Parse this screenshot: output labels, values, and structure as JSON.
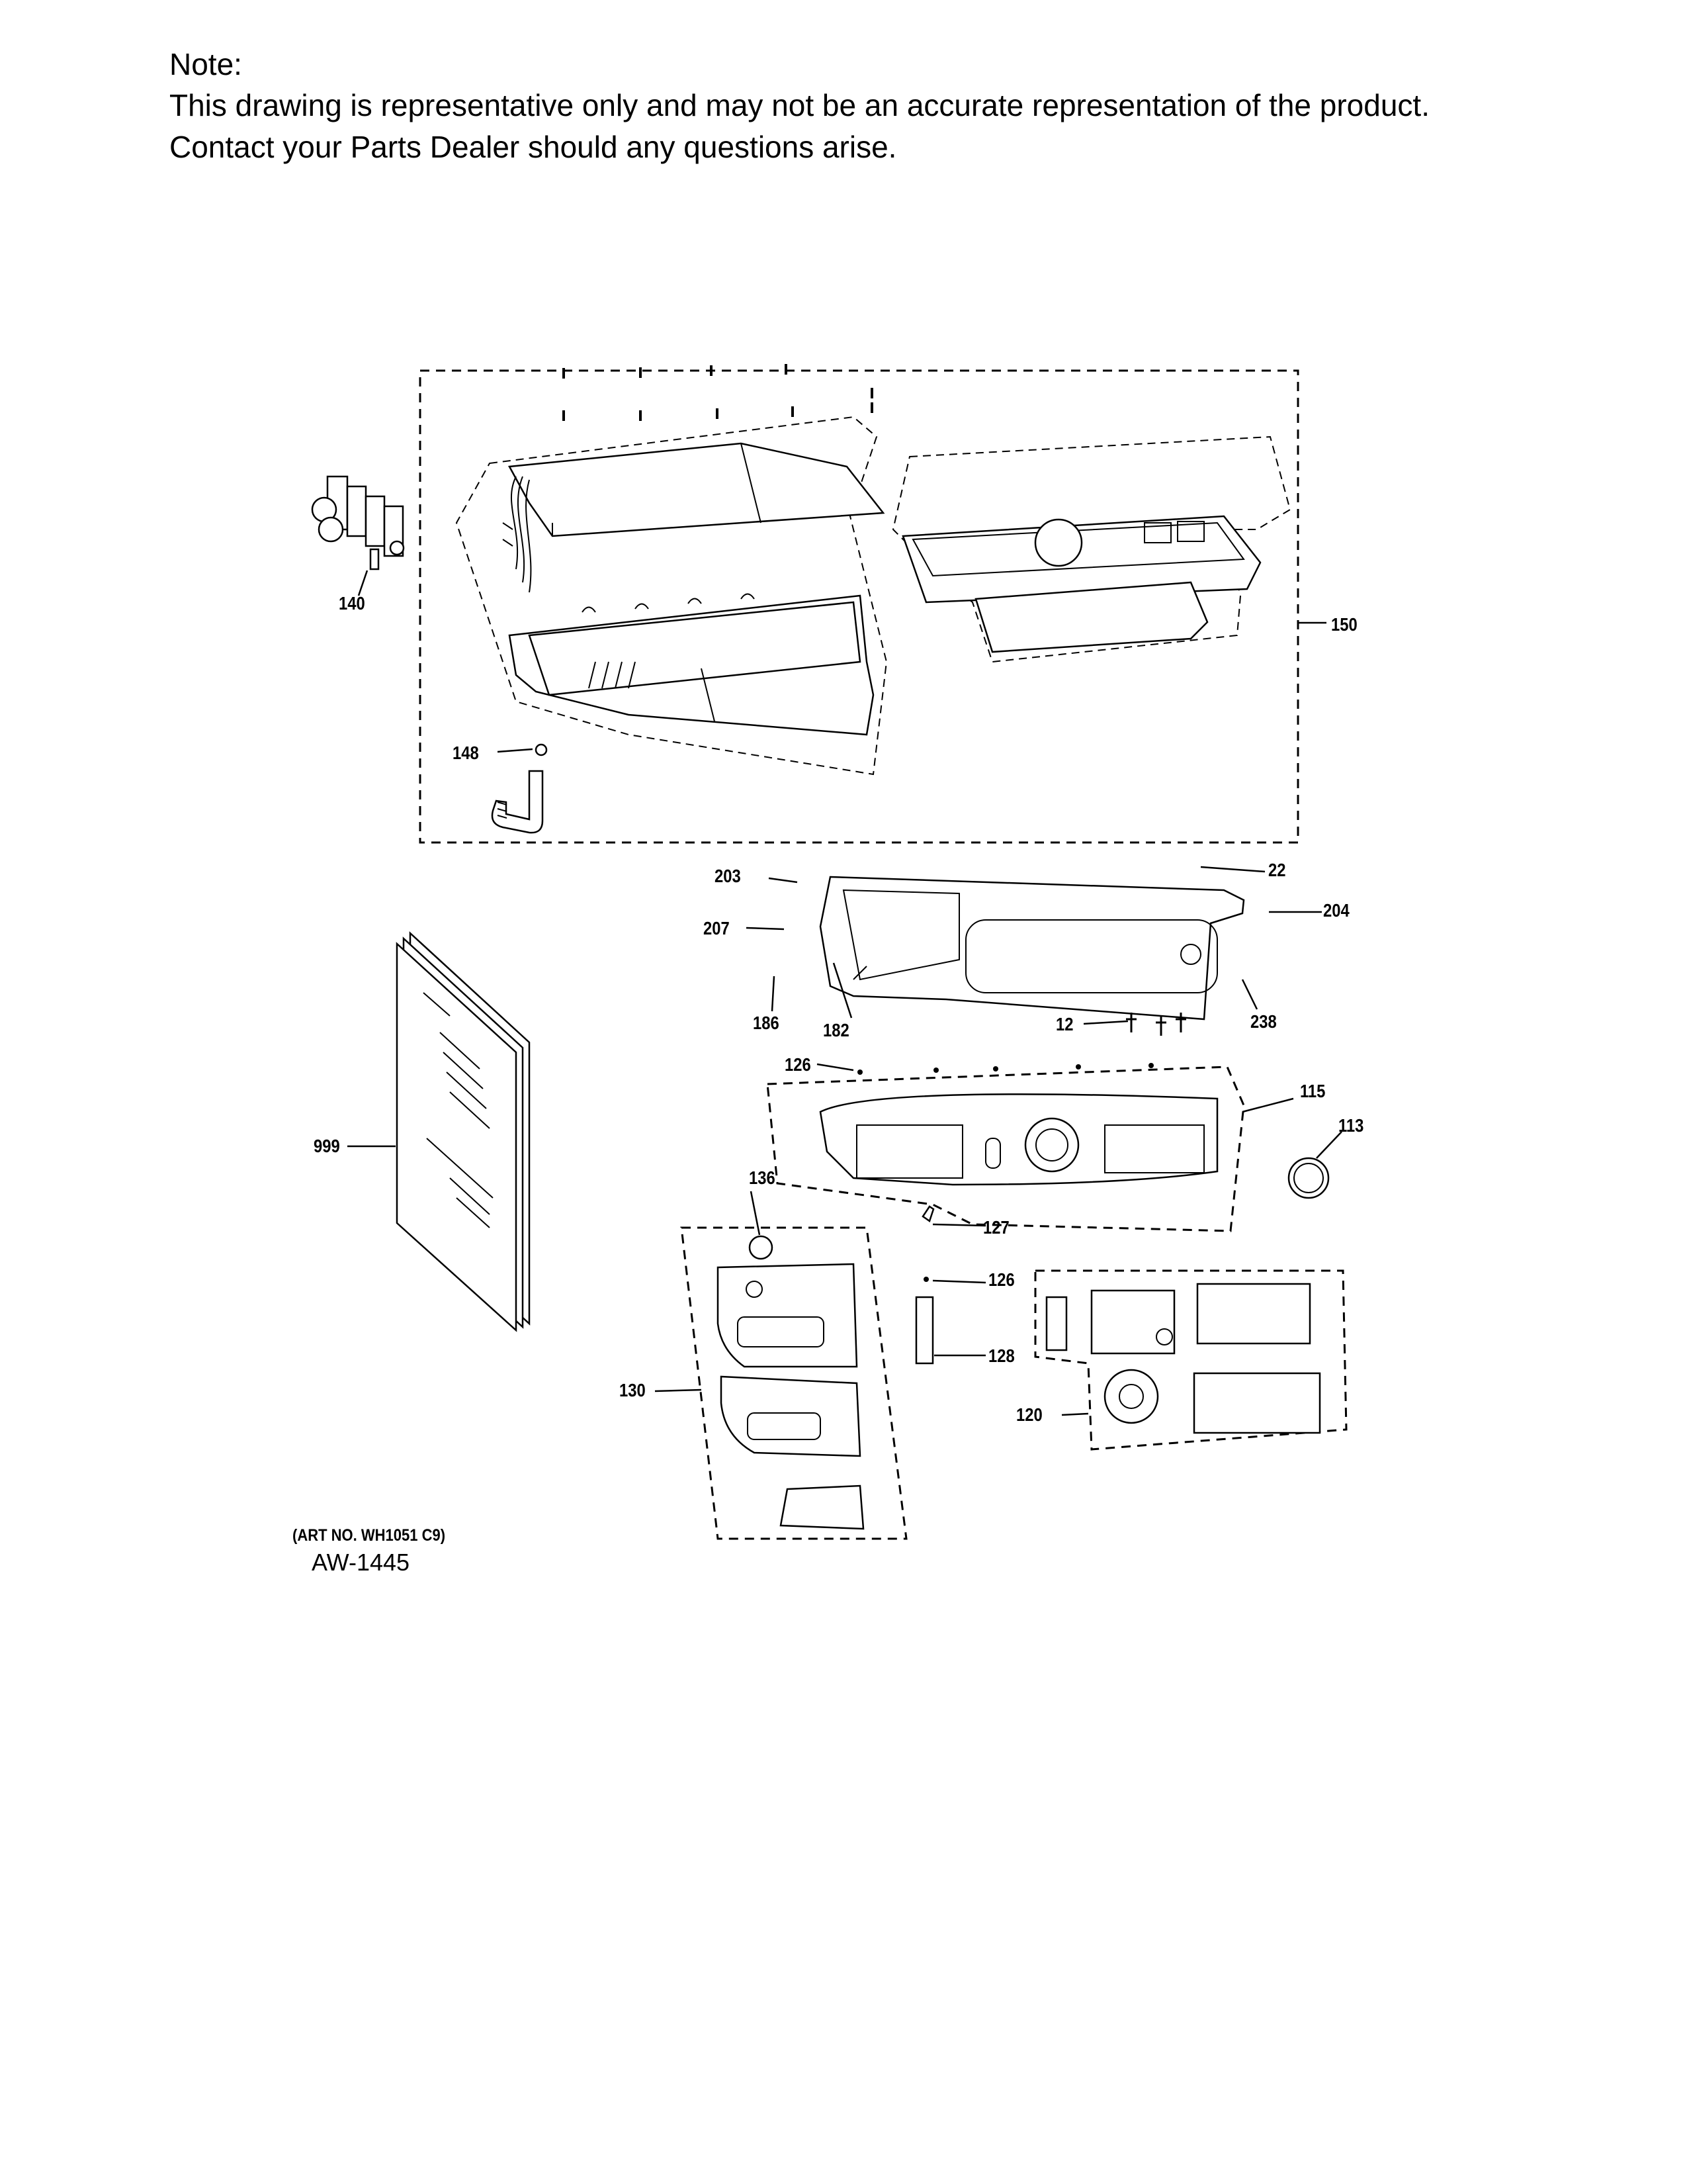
{
  "note": {
    "heading": "Note:",
    "line1": "This drawing is representative only and may not be an accurate representation of the product.",
    "line2": "Contact your Parts Dealer should any questions arise."
  },
  "callouts": [
    {
      "label": "140"
    },
    {
      "label": "150"
    },
    {
      "label": "148"
    },
    {
      "label": "203"
    },
    {
      "label": "22"
    },
    {
      "label": "204"
    },
    {
      "label": "207"
    },
    {
      "label": "186"
    },
    {
      "label": "182"
    },
    {
      "label": "12"
    },
    {
      "label": "238"
    },
    {
      "label": "126"
    },
    {
      "label": "115"
    },
    {
      "label": "113"
    },
    {
      "label": "999"
    },
    {
      "label": "136"
    },
    {
      "label": "127"
    },
    {
      "label": "126"
    },
    {
      "label": "128"
    },
    {
      "label": "130"
    },
    {
      "label": "120"
    }
  ],
  "footer": {
    "art_no": "(ART NO. WH1051 C9)",
    "code": "AW-1445"
  }
}
